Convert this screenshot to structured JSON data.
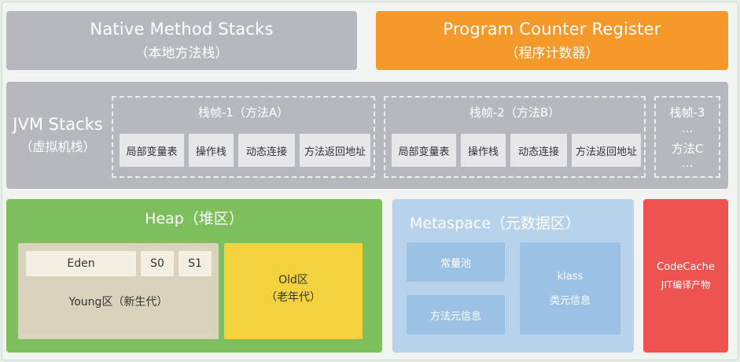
{
  "native_method_stacks": {
    "title": "Native Method Stacks",
    "subtitle": "（本地方法栈）"
  },
  "program_counter_register": {
    "title": "Program Counter Register",
    "subtitle": "（程序计数器）"
  },
  "jvm_stacks": {
    "title": "JVM Stacks",
    "subtitle": "（虚拟机栈）",
    "frames": [
      {
        "title": "栈帧-1（方法A）",
        "cells": [
          "局部变量表",
          "操作栈",
          "动态连接",
          "方法返回地址"
        ]
      },
      {
        "title": "栈帧-2（方法B）",
        "cells": [
          "局部变量表",
          "操作栈",
          "动态连接",
          "方法返回地址"
        ]
      }
    ],
    "frame3": {
      "title": "栈帧-3",
      "dots1": "…",
      "method": "方法C",
      "dots2": "…"
    }
  },
  "heap": {
    "title": "Heap（堆区）",
    "young": {
      "eden": "Eden",
      "s0": "S0",
      "s1": "S1",
      "label": "Young区（新生代）"
    },
    "old": {
      "line1": "Old区",
      "line2": "（老年代）"
    }
  },
  "metaspace": {
    "title": "Metaspace（元数据区）",
    "constant_pool": "常量池",
    "method_meta": "方法元信息",
    "klass": "klass",
    "klass_sub": "类元信息"
  },
  "codecache": {
    "title": "CodeCache",
    "subtitle": "JIT编译产物"
  },
  "colors": {
    "gray_block": "#b7b8bd",
    "orange": "#f59a2a",
    "green": "#7dbf5d",
    "yellow": "#f4d23d",
    "light_blue": "#b7d3ec",
    "red": "#ef5350"
  }
}
